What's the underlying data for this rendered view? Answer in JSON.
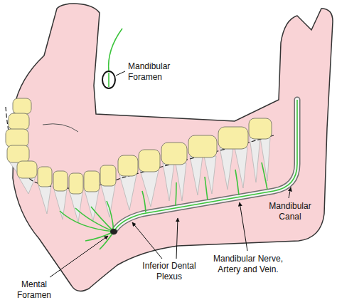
{
  "diagram": {
    "labels": [
      "Mandibular Foramen",
      "Mandibular Canal",
      "Mandibular Nerve, Artery and Vein.",
      "Inferior Dental Plexus",
      "Mental Foramen"
    ]
  }
}
